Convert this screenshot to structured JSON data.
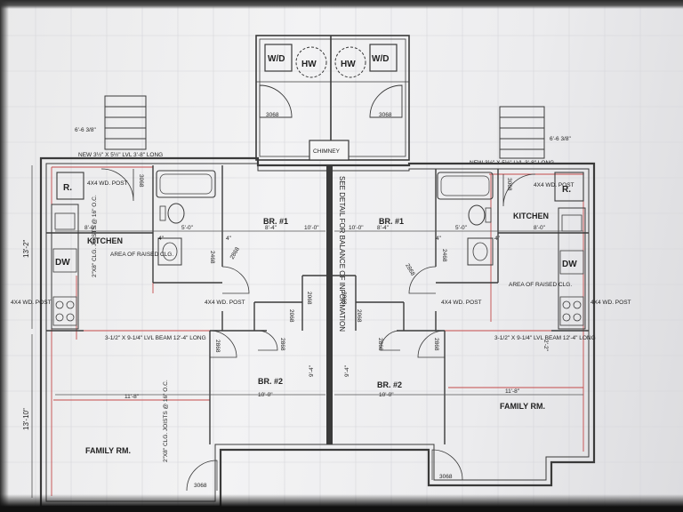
{
  "plan": {
    "labels": {
      "wd_left": "W/D",
      "hw_left": "HW",
      "hw_right": "HW",
      "wd_right": "W/D",
      "door_laundry_left": "3068",
      "door_laundry_right": "3068",
      "chimney": "CHIMNEY",
      "dim_left_top": "6'-6 3/8\"",
      "dim_right_top": "6'-6 3/8\"",
      "beam_left": "NEW 3½\" X 5½\" LVL 3'-8\" LONG",
      "beam_right": "NEW 3½\" X 5½\" LVL 3'-8\" LONG",
      "post_left_top": "4X4 WD. POST",
      "post_right_top": "4X4 WD. POST",
      "door_entry_left": "3068",
      "door_entry_right": "3068",
      "fridge_left": "R.",
      "fridge_right": "R.",
      "kitchen_left": "KITCHEN",
      "kitchen_right": "KITCHEN",
      "dw_left": "DW",
      "dw_right": "DW",
      "dim_8_0_left": "8'-0\"",
      "dim_5_0_left": "5'-0\"",
      "dim_8_4_left": "8'-4\"",
      "dim_10_0_left": "10'-0\"",
      "dim_10_0_right": "10'-0\"",
      "dim_8_4_right": "8'-4\"",
      "dim_5_0_right": "5'-0\"",
      "dim_8_0_right": "8'-0\"",
      "dim_4_a": "4\"",
      "dim_4_b": "4\"",
      "dim_4_c": "4\"",
      "dim_4_d": "4\"",
      "br1_left": "BR. #1",
      "br1_right": "BR. #1",
      "see_detail": "SEE DETAIL FOR BALANCE OF INFORMATION",
      "raised_left": "AREA OF RAISED CLG.",
      "raised_right": "AREA OF RAISED CLG.",
      "door_2468_l": "2468",
      "door_2468_r": "2468",
      "door_2868_l": "2868",
      "door_2868_r": "2868",
      "joists_left": "2\"X8\" CLG. JOISTS @ 16\" O.C.",
      "post_mid_left": "4X4 WD. POST",
      "post_mid_right": "4X4 WD. POST",
      "post_wall_left": "4X4 WD. POST",
      "post_wall_right": "4X4 WD. POST",
      "dim_13_2": "13'-2\"",
      "dim_13_10": "13'-10\"",
      "closet_2068_l": "2068",
      "closet_2068_r": "2068",
      "closet_2068_l2": "2068",
      "closet_2068_r2": "2068",
      "closet_2868_l": "2868",
      "closet_2868_r": "2868",
      "beam_mid_left": "3-1/2\" X 9-1/4\" LVL BEAM 12'-4\" LONG",
      "beam_mid_right": "3-1/2\" X 9-1/4\" LVL BEAM 12'-4\" LONG",
      "door_2868_low_l": "2868",
      "door_2868_low_r": "2868",
      "br2_left": "BR. #2",
      "br2_right": "BR. #2",
      "dim_10_0_low_l": "10'-0\"",
      "dim_10_0_low_r": "10'-0\"",
      "dim_9_4_l": "9'-4\"",
      "dim_9_4_r": "9'-4\"",
      "dim_11_8_l": "11'-8\"",
      "dim_11_8_r": "11'-8\"",
      "dim_2_2": "2'-2\"",
      "family_left": "FAMILY RM.",
      "family_right": "FAMILY RM.",
      "joists_family": "2\"X8\" CLG. JOISTS @ 16\" O.C.",
      "door_bottom_left": "3068",
      "door_bottom_right": "3068"
    },
    "colors": {
      "wall": "#3a3a3a",
      "red_line": "#c44a4a",
      "dim": "#555555",
      "paper": "#f0f0f2"
    }
  }
}
